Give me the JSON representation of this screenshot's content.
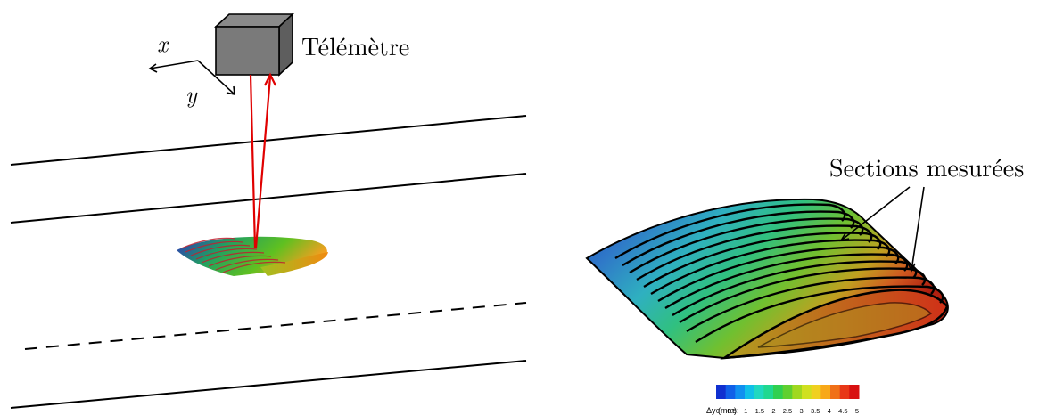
{
  "left_panel": {
    "axis_x_label": "x",
    "axis_y_label": "y",
    "device_label": "Télémètre"
  },
  "right_panel": {
    "annotation_label": "Sections mesurées",
    "colorbar": {
      "label": "Δy (mm):",
      "ticks": [
        "0",
        "0.5",
        "1",
        "1.5",
        "2",
        "2.5",
        "3",
        "3.5",
        "4",
        "4.5",
        "5"
      ],
      "colors": [
        "#1030d0",
        "#1060e8",
        "#1090f0",
        "#10c0e8",
        "#20d8c0",
        "#20d890",
        "#30d050",
        "#60d030",
        "#a0d820",
        "#d0e020",
        "#f0d020",
        "#f8a818",
        "#f07018",
        "#e83818",
        "#d81010"
      ]
    }
  }
}
